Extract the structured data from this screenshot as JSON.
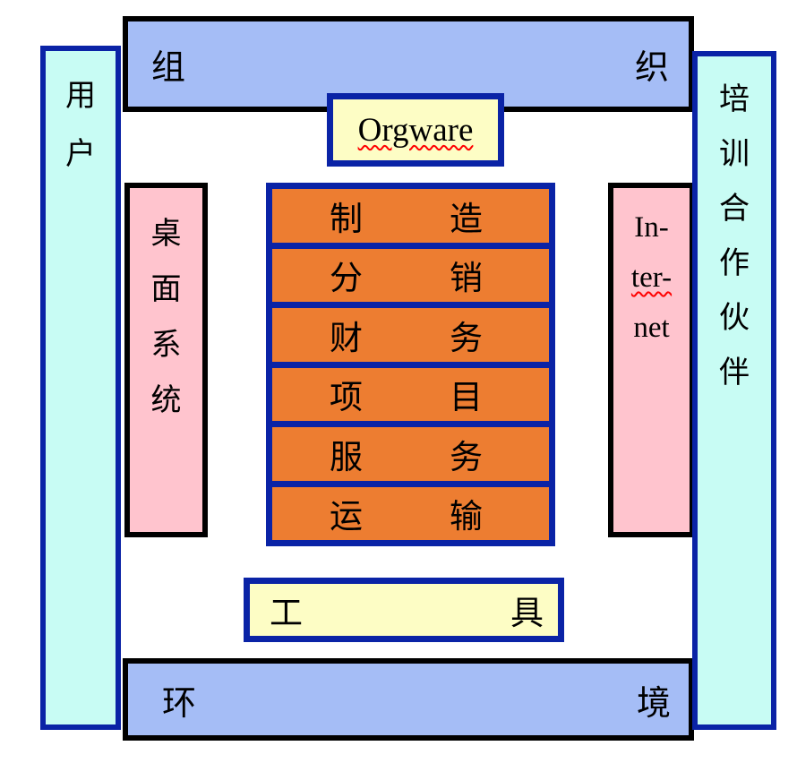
{
  "top_bar": {
    "left_char": "组",
    "right_char": "织"
  },
  "bottom_bar": {
    "left_char": "环",
    "right_char": "境"
  },
  "user_bar": {
    "chars": [
      "用",
      "户"
    ]
  },
  "partner_bar": {
    "chars": [
      "培",
      "训",
      "合",
      "作",
      "伙",
      "伴"
    ]
  },
  "desktop_box": {
    "chars": [
      "桌",
      "面",
      "系",
      "统"
    ]
  },
  "internet_box": {
    "lines": [
      "In-",
      "ter-",
      "net"
    ]
  },
  "orgware_box": {
    "label": "Orgware"
  },
  "tools_box": {
    "left_char": "工",
    "right_char": "具"
  },
  "modules": [
    {
      "left": "制",
      "right": "造"
    },
    {
      "left": "分",
      "right": "销"
    },
    {
      "left": "财",
      "right": "务"
    },
    {
      "left": "项",
      "right": "目"
    },
    {
      "left": "服",
      "right": "务"
    },
    {
      "left": "运",
      "right": "输"
    }
  ],
  "colors": {
    "bar_blue": "#a5bdf6",
    "cyan": "#c8fcf4",
    "pink": "#ffc4ce",
    "orange": "#ed7d31",
    "yellow": "#fdfdc5",
    "navy_border": "#0a23a6",
    "black_border": "#000000",
    "underline_red": "#ff0000"
  }
}
